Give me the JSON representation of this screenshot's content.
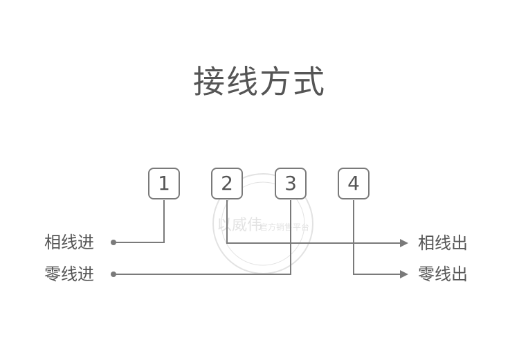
{
  "title": "接线方式",
  "terminals": [
    "1",
    "2",
    "3",
    "4"
  ],
  "inputs": {
    "phase_in": "相线进",
    "neutral_in": "零线进"
  },
  "outputs": {
    "phase_out": "相线出",
    "neutral_out": "零线出"
  },
  "watermark": {
    "brand": "以威伟",
    "text": "官方销售平台"
  },
  "colors": {
    "line": "#7a7a7a",
    "text": "#555555"
  }
}
